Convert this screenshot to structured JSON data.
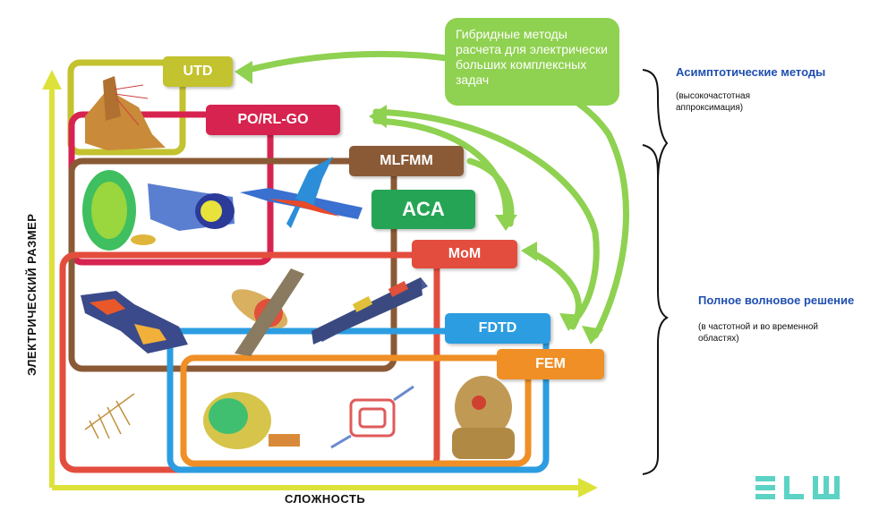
{
  "hybrid_box": {
    "text": "Гибридные методы расчета для электрически больших комплексных задач"
  },
  "methods": {
    "utd": "UTD",
    "po": "PO/RL-GO",
    "mlfmm": "MLFMM",
    "aca": "ACA",
    "mom": "MoM",
    "fdtd": "FDTD",
    "fem": "FEM"
  },
  "colors": {
    "utd": "#c3c22f",
    "po": "#d7234f",
    "mlfmm": "#8a5a36",
    "aca": "#26a456",
    "mom": "#e34d3d",
    "fdtd": "#2b9de0",
    "fem": "#ef8f26",
    "hybrid": "#8fd150",
    "accent_blue": "#1f4fb0"
  },
  "asymptotic": {
    "title": "Асимптотические методы",
    "note": "(высокочастотная аппроксимация)"
  },
  "fullwave": {
    "title": "Полное волновое решение",
    "note": "(в частотной и во временной областях)"
  },
  "axes": {
    "y_label": "ЭЛЕКТРИЧЕСКИЙ РАЗМЕР",
    "x_label": "СЛОЖНОСТЬ"
  },
  "logo": {
    "text": "ELM"
  },
  "images": [
    "tower-model",
    "reflector-antenna",
    "waveguide-horn",
    "airplane-model",
    "patch-circuit",
    "radiation-pattern",
    "metasurface-panel",
    "phased-array",
    "log-periodic-antenna",
    "radiation-lobe",
    "spiral-coupler",
    "human-head-model"
  ]
}
